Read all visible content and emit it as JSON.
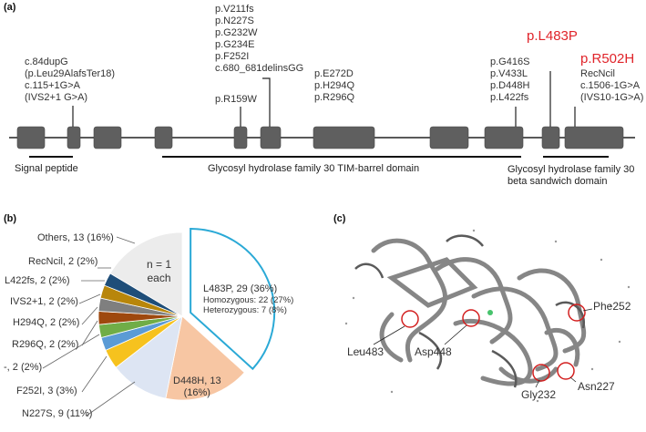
{
  "panel_a": {
    "label": "(a)",
    "mutation_groups": [
      {
        "id": "g1",
        "lines": [
          "c.84dupG",
          "(p.Leu29AlafsTer18)",
          "c.115+1G>A",
          "(IVS2+1 G>A)"
        ]
      },
      {
        "id": "g2",
        "lines": [
          "p.V211fs",
          "p.N227S",
          "p.G232W",
          "p.G234E",
          "p.F252I",
          "c.680_681delinsGG"
        ]
      },
      {
        "id": "g3",
        "lines": [
          "p.R159W"
        ]
      },
      {
        "id": "g4",
        "lines": [
          "p.E272D",
          "p.H294Q",
          "p.R296Q"
        ]
      },
      {
        "id": "g5",
        "lines": [
          "p.G416S",
          "p.V433L",
          "p.D448H",
          "p.L422fs"
        ]
      },
      {
        "id": "g6",
        "lines": [
          "p.L483P"
        ]
      },
      {
        "id": "g7",
        "lines": [
          "p.R502H"
        ]
      },
      {
        "id": "g8",
        "lines": [
          "RecNcil",
          "c.1506-1G>A",
          "(IVS10-1G>A)"
        ]
      }
    ],
    "domains": {
      "signal": "Signal peptide",
      "tim": "Glycosyl hydrolase family 30 TIM-barrel domain",
      "beta_line1": "Glycosyl hydrolase family 30",
      "beta_line2": "beta sandwich domain"
    },
    "highlight_color": "#e0242a"
  },
  "panel_b": {
    "label": "(b)",
    "n1_line1": "n = 1",
    "n1_line2": "each",
    "l483p_main": "L483P, 29 (36%)",
    "homozygous": "Homozygous: 22 (27%)",
    "heterozygous": "Heterozygous:  7 (8%)",
    "d448h_line1": "D448H, 13",
    "d448h_line2": "(16%)",
    "labels": {
      "others": "Others, 13 (16%)",
      "recncil": "RecNcil, 2 (2%)",
      "l422fs": "L422fs, 2 (2%)",
      "ivs2": "IVS2+1, 2 (2%)",
      "h294q": "H294Q, 2 (2%)",
      "r296q": "R296Q, 2 (2%)",
      "dash": "-, 2 (2%)",
      "f252i": "F252I, 3 (3%)",
      "n227s": "N227S, 9 (11%)"
    }
  },
  "panel_c": {
    "label": "(c)",
    "residues": {
      "leu483": "Leu483",
      "asp448": "Asp448",
      "phe252": "Phe252",
      "gly232": "Gly232",
      "asn227": "Asn227"
    }
  },
  "chart_data": {
    "type": "pie",
    "title": "",
    "slices": [
      {
        "label": "L483P",
        "value": 29,
        "percent": 36,
        "color": "#ffffff",
        "exploded": true,
        "outline": "#2aa9d6"
      },
      {
        "label": "D448H",
        "value": 13,
        "percent": 16,
        "color": "#f7c6a3"
      },
      {
        "label": "N227S",
        "value": 9,
        "percent": 11,
        "color": "#dde5f3"
      },
      {
        "label": "F252I",
        "value": 3,
        "percent": 3,
        "color": "#f6c21e"
      },
      {
        "label": "-",
        "value": 2,
        "percent": 2,
        "color": "#5b9bd5"
      },
      {
        "label": "R296Q",
        "value": 2,
        "percent": 2,
        "color": "#70ad47"
      },
      {
        "label": "H294Q",
        "value": 2,
        "percent": 2,
        "color": "#9e480e"
      },
      {
        "label": "IVS2+1",
        "value": 2,
        "percent": 2,
        "color": "#7f7f7f"
      },
      {
        "label": "L422fs",
        "value": 2,
        "percent": 2,
        "color": "#b8860b"
      },
      {
        "label": "RecNcil",
        "value": 2,
        "percent": 2,
        "color": "#1f4e79"
      },
      {
        "label": "Others",
        "value": 13,
        "percent": 16,
        "color": "#ececec"
      }
    ]
  }
}
